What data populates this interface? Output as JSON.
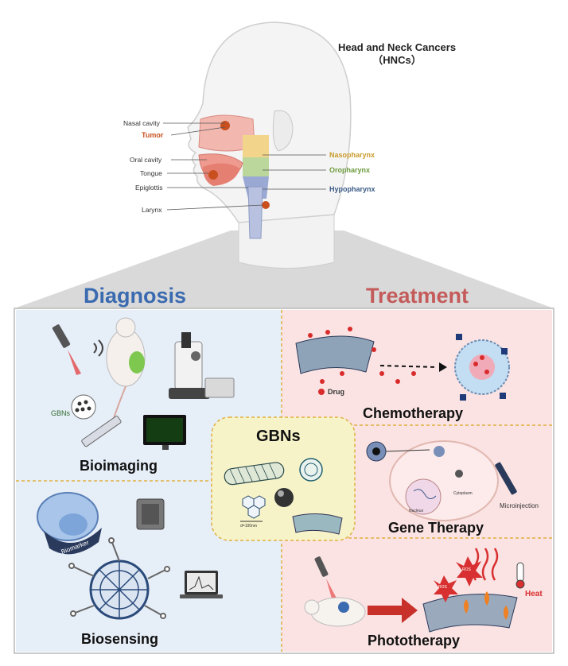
{
  "header": {
    "title_line1": "Head and Neck Cancers",
    "title_line2": "（HNCs）"
  },
  "anatomy": {
    "left_labels": [
      "Nasal cavity",
      "Tumor",
      "Oral cavity",
      "Tongue",
      "Epiglottis",
      "Larynx"
    ],
    "right_labels": [
      "Nasopharynx",
      "Oropharynx",
      "Hypopharynx"
    ]
  },
  "sections": {
    "diagnosis": "Diagnosis",
    "treatment": "Treatment"
  },
  "panels": {
    "bioimaging": "Bioimaging",
    "biosensing": "Biosensing",
    "chemotherapy": "Chemotherapy",
    "gene_therapy": "Gene Therapy",
    "phototherapy": "Phototherapy",
    "center": "GBNs"
  },
  "small_labels": {
    "gbns": "GBNs",
    "biomarker": "Biomarker",
    "drug": "Drug",
    "microinjection": "Microinjection",
    "nucleus": "Nucleus",
    "cytoplasm": "Cytoplasm",
    "heat": "Heat",
    "ros": "ROS",
    "scale": "d=100nm"
  },
  "colors": {
    "diagnosis": "#3a6ab0",
    "treatment": "#c45a5a",
    "diag_bg": "#e6eef8",
    "treat_bg": "#fbe3e3",
    "center_bg": "#f7f3c9"
  }
}
